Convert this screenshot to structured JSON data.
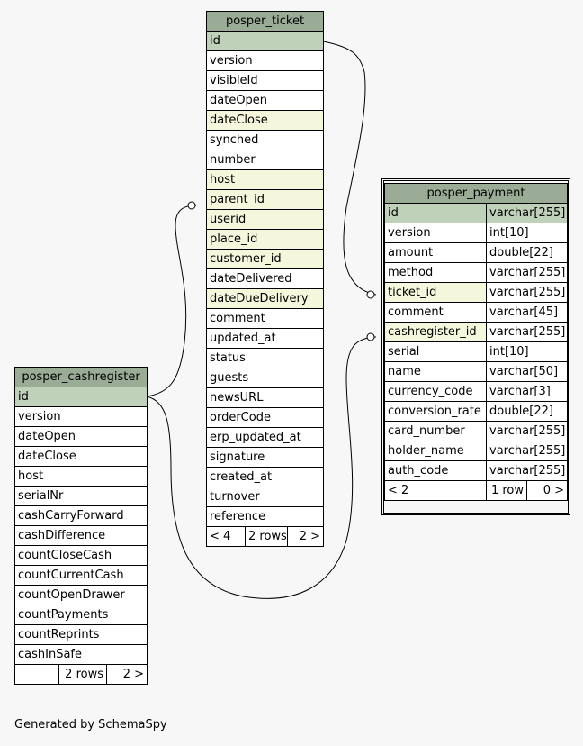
{
  "tables": [
    {
      "key": "ticket",
      "name": "posper_ticket",
      "columns": [
        {
          "n": "id",
          "k": "pk"
        },
        {
          "n": "version"
        },
        {
          "n": "visibleId"
        },
        {
          "n": "dateOpen"
        },
        {
          "n": "dateClose",
          "k": "fk"
        },
        {
          "n": "synched"
        },
        {
          "n": "number"
        },
        {
          "n": "host",
          "k": "fk"
        },
        {
          "n": "parent_id",
          "k": "fk"
        },
        {
          "n": "userid",
          "k": "fk"
        },
        {
          "n": "place_id",
          "k": "fk"
        },
        {
          "n": "customer_id",
          "k": "fk"
        },
        {
          "n": "dateDelivered"
        },
        {
          "n": "dateDueDelivery",
          "k": "fk"
        },
        {
          "n": "comment"
        },
        {
          "n": "updated_at"
        },
        {
          "n": "status"
        },
        {
          "n": "guests"
        },
        {
          "n": "newsURL"
        },
        {
          "n": "orderCode"
        },
        {
          "n": "erp_updated_at"
        },
        {
          "n": "signature"
        },
        {
          "n": "created_at"
        },
        {
          "n": "turnover"
        },
        {
          "n": "reference"
        }
      ],
      "footer": [
        "< 4",
        "2 rows",
        "2 >"
      ]
    },
    {
      "key": "cash",
      "name": "posper_cashregister",
      "columns": [
        {
          "n": "id",
          "k": "pk"
        },
        {
          "n": "version"
        },
        {
          "n": "dateOpen"
        },
        {
          "n": "dateClose"
        },
        {
          "n": "host"
        },
        {
          "n": "serialNr"
        },
        {
          "n": "cashCarryForward"
        },
        {
          "n": "cashDifference"
        },
        {
          "n": "countCloseCash"
        },
        {
          "n": "countCurrentCash"
        },
        {
          "n": "countOpenDrawer"
        },
        {
          "n": "countPayments"
        },
        {
          "n": "countReprints"
        },
        {
          "n": "cashInSafe"
        }
      ],
      "footer": [
        "",
        "2 rows",
        "2 >"
      ]
    },
    {
      "key": "payment",
      "name": "posper_payment",
      "columns": [
        {
          "n": "id",
          "t": "varchar[255]",
          "k": "pk"
        },
        {
          "n": "version",
          "t": "int[10]"
        },
        {
          "n": "amount",
          "t": "double[22]"
        },
        {
          "n": "method",
          "t": "varchar[255]"
        },
        {
          "n": "ticket_id",
          "t": "varchar[255]",
          "k": "fk"
        },
        {
          "n": "comment",
          "t": "varchar[45]"
        },
        {
          "n": "cashregister_id",
          "t": "varchar[255]",
          "k": "fk"
        },
        {
          "n": "serial",
          "t": "int[10]"
        },
        {
          "n": "name",
          "t": "varchar[50]"
        },
        {
          "n": "currency_code",
          "t": "varchar[3]"
        },
        {
          "n": "conversion_rate",
          "t": "double[22]"
        },
        {
          "n": "card_number",
          "t": "varchar[255]"
        },
        {
          "n": "holder_name",
          "t": "varchar[255]"
        },
        {
          "n": "auth_code",
          "t": "varchar[255]"
        }
      ],
      "footer": [
        "< 2",
        "1 row",
        "0 >"
      ]
    }
  ],
  "footer_text": "Generated by SchemaSpy"
}
